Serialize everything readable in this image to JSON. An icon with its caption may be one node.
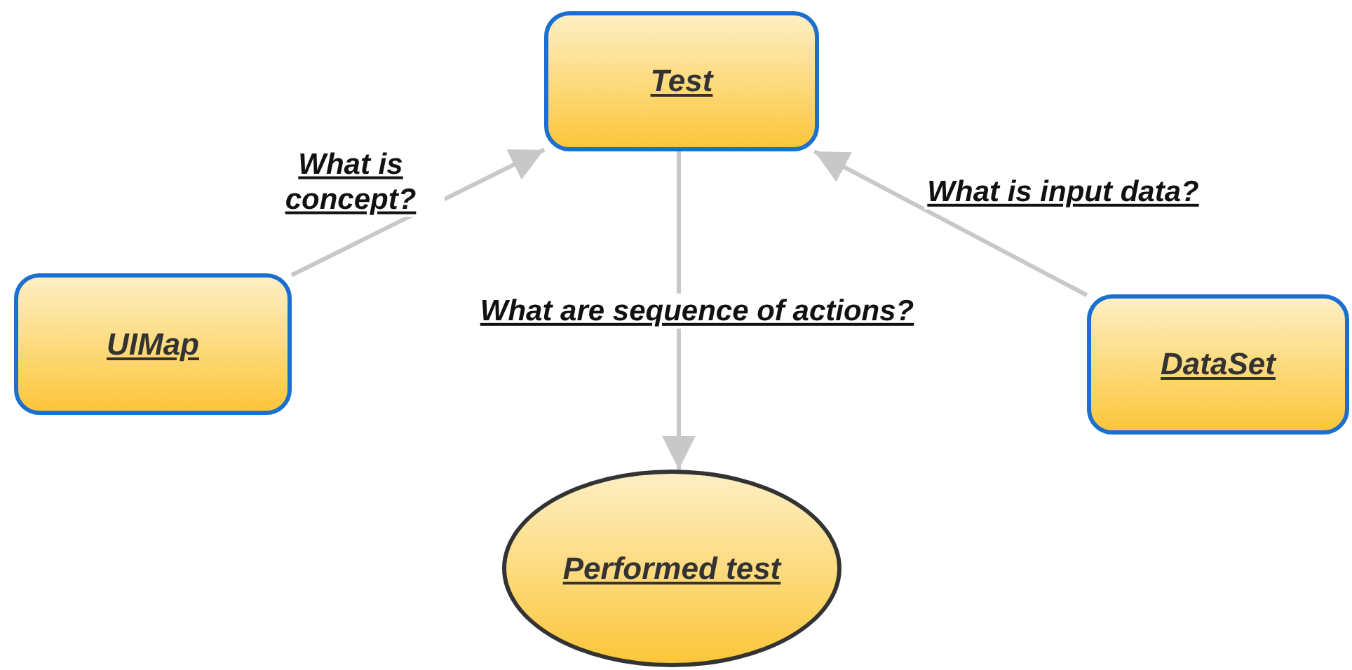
{
  "diagram": {
    "nodes": [
      {
        "text": [
          "Test"
        ]
      },
      {
        "text": [
          "UIMap"
        ]
      },
      {
        "text": [
          "DataSet"
        ]
      },
      {
        "text": [
          "Performed test"
        ]
      }
    ],
    "edges": [
      {
        "from": 1,
        "to": 0,
        "arrow": "to",
        "label": "What is concept?"
      },
      {
        "from": 2,
        "to": 0,
        "arrow": "to",
        "label": "What is input data?"
      },
      {
        "from": 0,
        "to": 3,
        "arrow": "to",
        "label": "What are sequence of actions?"
      }
    ]
  }
}
